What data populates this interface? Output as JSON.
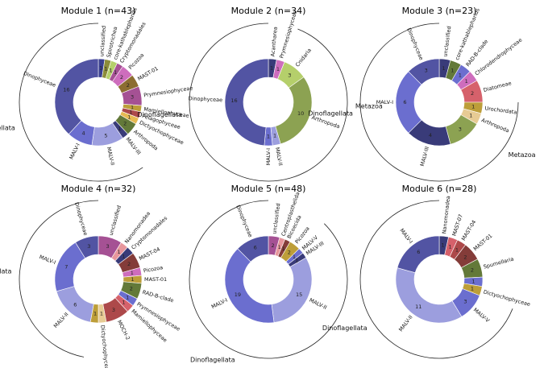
{
  "chart_data": [
    {
      "type": "pie",
      "title": "Module 1 (n=43)",
      "slices": [
        {
          "label": "unclassified",
          "value": 1,
          "color": "#3a3f8f"
        },
        {
          "label": "Spirotrichea",
          "value": 1,
          "color": "#8c8c3a"
        },
        {
          "label": "core-kathablepharids",
          "value": 1,
          "color": "#b5cf6b"
        },
        {
          "label": "Cryptomonadales",
          "value": 1,
          "color": "#a55194"
        },
        {
          "label": "Picozoa",
          "value": 2,
          "color": "#ce6dbd"
        },
        {
          "label": "MAST-01",
          "value": 2,
          "color": "#8c6d31"
        },
        {
          "label": "Prymnesiophyceae",
          "value": 3,
          "color": "#a55194"
        },
        {
          "label": "Mamiellophyceae",
          "value": 1,
          "color": "#bd9e39"
        },
        {
          "label": "Pelagophyceae",
          "value": 1,
          "color": "#ad494a"
        },
        {
          "label": "Dictyochophyceae",
          "value": 1,
          "color": "#e7ba52"
        },
        {
          "label": "Arthropoda",
          "value": 2,
          "color": "#637939"
        },
        {
          "label": "MALV-III",
          "value": 1,
          "color": "#393b79"
        },
        {
          "label": "MALV-II",
          "value": 5,
          "color": "#9c9ede"
        },
        {
          "label": "MALV-I",
          "value": 4,
          "color": "#6b6ecf"
        },
        {
          "label": "Dinophyceae",
          "value": 16,
          "color": "#5254a3"
        }
      ],
      "groups": [
        {
          "label": "Dinoflagellata",
          "from": 12,
          "to": 15
        }
      ]
    },
    {
      "type": "pie",
      "title": "Module 2 (n=34)",
      "slices": [
        {
          "label": "Acanthareа",
          "value": 1,
          "color": "#393b79"
        },
        {
          "label": "Prymnesiophyceae",
          "value": 1,
          "color": "#ce6dbd"
        },
        {
          "label": "Cnidaria",
          "value": 3,
          "color": "#b5cf6b"
        },
        {
          "label": "Arthropoda",
          "value": 10,
          "color": "#8ca252"
        },
        {
          "label": "MALV-II",
          "value": 1,
          "color": "#9c9ede"
        },
        {
          "label": "MALV-I",
          "value": 1,
          "color": "#6b6ecf"
        },
        {
          "label": "Dinophyceae",
          "value": 16,
          "color": "#5254a3"
        }
      ],
      "groups": [
        {
          "label": "Metazoa",
          "from": 2,
          "to": 4
        },
        {
          "label": "Dinoflagellata",
          "from": 4,
          "to": 7
        }
      ]
    },
    {
      "type": "pie",
      "title": "Module 3 (n=23)",
      "slices": [
        {
          "label": "unclassified",
          "value": 1,
          "color": "#393b79"
        },
        {
          "label": "core-kathablepharids",
          "value": 1,
          "color": "#637939"
        },
        {
          "label": "RAD-B-clade",
          "value": 1,
          "color": "#6b6ecf"
        },
        {
          "label": "Chlorodendrophyceae",
          "value": 1,
          "color": "#ce6dbd"
        },
        {
          "label": "Diatomeae",
          "value": 2,
          "color": "#d6616b"
        },
        {
          "label": "Urochordata",
          "value": 1,
          "color": "#bd9e39"
        },
        {
          "label": "Arthropoda",
          "value": 1,
          "color": "#e7cb94"
        },
        {
          "label": "Arthropoda-main",
          "value": 3,
          "color": "#8ca252"
        },
        {
          "label": "MALV-III",
          "value": 4,
          "color": "#393b79"
        },
        {
          "label": "MALV-I",
          "value": 6,
          "color": "#6b6ecf"
        },
        {
          "label": "Dinophyceae",
          "value": 3,
          "color": "#5254a3"
        }
      ],
      "labels": [
        "unclassified",
        "core-kathablepharids",
        "RAD-B-clade",
        "Chlorodendrophyceae",
        "Diatomeae",
        "Urochordata",
        "Arthropoda",
        "MALV-III",
        "MALV-I",
        "Dinophyceae"
      ],
      "groups": [
        {
          "label": "Metazoa",
          "from": 5,
          "to": 8
        },
        {
          "label": "Dinoflagellata",
          "from": 8,
          "to": 11
        }
      ]
    },
    {
      "type": "pie",
      "title": "Module 4 (n=32)",
      "slices": [
        {
          "label": "unclassified",
          "value": 3,
          "color": "#a55194"
        },
        {
          "label": "Nanomonadea",
          "value": 1,
          "color": "#e7969c"
        },
        {
          "label": "Cryptomonadales",
          "value": 1,
          "color": "#393b79"
        },
        {
          "label": "MAST-04",
          "value": 2,
          "color": "#843c39"
        },
        {
          "label": "Picozoa",
          "value": 1,
          "color": "#ce6dbd"
        },
        {
          "label": "MAST-01",
          "value": 1,
          "color": "#bd9e39"
        },
        {
          "label": "RAD-B-clade",
          "value": 2,
          "color": "#637939"
        },
        {
          "label": "Prymnesiophyceae",
          "value": 1,
          "color": "#6b6ecf"
        },
        {
          "label": "Mamiellophyceae",
          "value": 1,
          "color": "#d6616b"
        },
        {
          "label": "MOCH-2",
          "value": 3,
          "color": "#ad494a"
        },
        {
          "label": "Dictyochophyceae",
          "value": 1,
          "color": "#e7cb94"
        },
        {
          "label": "Dictyochophyceae-b",
          "value": 1,
          "color": "#bd9e39"
        },
        {
          "label": "MALV-II",
          "value": 6,
          "color": "#9c9ede"
        },
        {
          "label": "MALV-I",
          "value": 7,
          "color": "#6b6ecf"
        },
        {
          "label": "Dinophyceae",
          "value": 3,
          "color": "#5254a3"
        }
      ],
      "labels": [
        "unclassified",
        "Nanomonadea",
        "Cryptomonadales",
        "MAST-04",
        "Picozoa",
        "MAST-01",
        "RAD-B-clade",
        "Prymnesiophyceae",
        "Mamiellophyceae",
        "MOCH-2",
        "Dictyochophyceae",
        "MALV-II",
        "MALV-I",
        "Dinophyceae"
      ],
      "groups": [
        {
          "label": "Dinoflagellata",
          "from": 12,
          "to": 15
        }
      ]
    },
    {
      "type": "pie",
      "title": "Module 5 (n=48)",
      "slices": [
        {
          "label": "unclassified",
          "value": 2,
          "color": "#a55194"
        },
        {
          "label": "Centroplasthelida",
          "value": 1,
          "color": "#e7969c"
        },
        {
          "label": "Bicoecida",
          "value": 1,
          "color": "#843c39"
        },
        {
          "label": "Picozoa",
          "value": 2,
          "color": "#bd9e39"
        },
        {
          "label": "MALV-V",
          "value": 1,
          "color": "#6b6ecf"
        },
        {
          "label": "MALV-III",
          "value": 1,
          "color": "#393b79"
        },
        {
          "label": "MALV-II",
          "value": 15,
          "color": "#9c9ede"
        },
        {
          "label": "MALV-I",
          "value": 19,
          "color": "#6b6ecf"
        },
        {
          "label": "Dinophyceae",
          "value": 6,
          "color": "#5254a3"
        }
      ],
      "groups": [
        {
          "label": "Dinoflagellata",
          "from": 4,
          "to": 9
        }
      ]
    },
    {
      "type": "pie",
      "title": "Module 6 (n=28)",
      "slices": [
        {
          "label": "Nanomonadea",
          "value": 1,
          "color": "#393b79"
        },
        {
          "label": "MAST-07",
          "value": 1,
          "color": "#d6616b"
        },
        {
          "label": "MAST-04",
          "value": 1,
          "color": "#ad494a"
        },
        {
          "label": "MAST-01",
          "value": 2,
          "color": "#843c39"
        },
        {
          "label": "Spumellaria",
          "value": 2,
          "color": "#637939"
        },
        {
          "label": "unlabeled-1",
          "value": 1,
          "color": "#6b6ecf"
        },
        {
          "label": "Dictyochophyceae",
          "value": 1,
          "color": "#bd9e39"
        },
        {
          "label": "MALV-V",
          "value": 3,
          "color": "#6b6ecf"
        },
        {
          "label": "MALV-II",
          "value": 11,
          "color": "#9c9ede"
        },
        {
          "label": "MALV-I",
          "value": 6,
          "color": "#5254a3"
        }
      ],
      "labels": [
        "Nanomonadea",
        "MAST-07",
        "MAST-04",
        "MAST-01",
        "Spumellaria",
        "Dictyochophyceae",
        "MALV-V",
        "MALV-II",
        "MALV-I"
      ],
      "groups": [
        {
          "label": "Dinoflagellata",
          "from": 7,
          "to": 10
        }
      ]
    }
  ]
}
